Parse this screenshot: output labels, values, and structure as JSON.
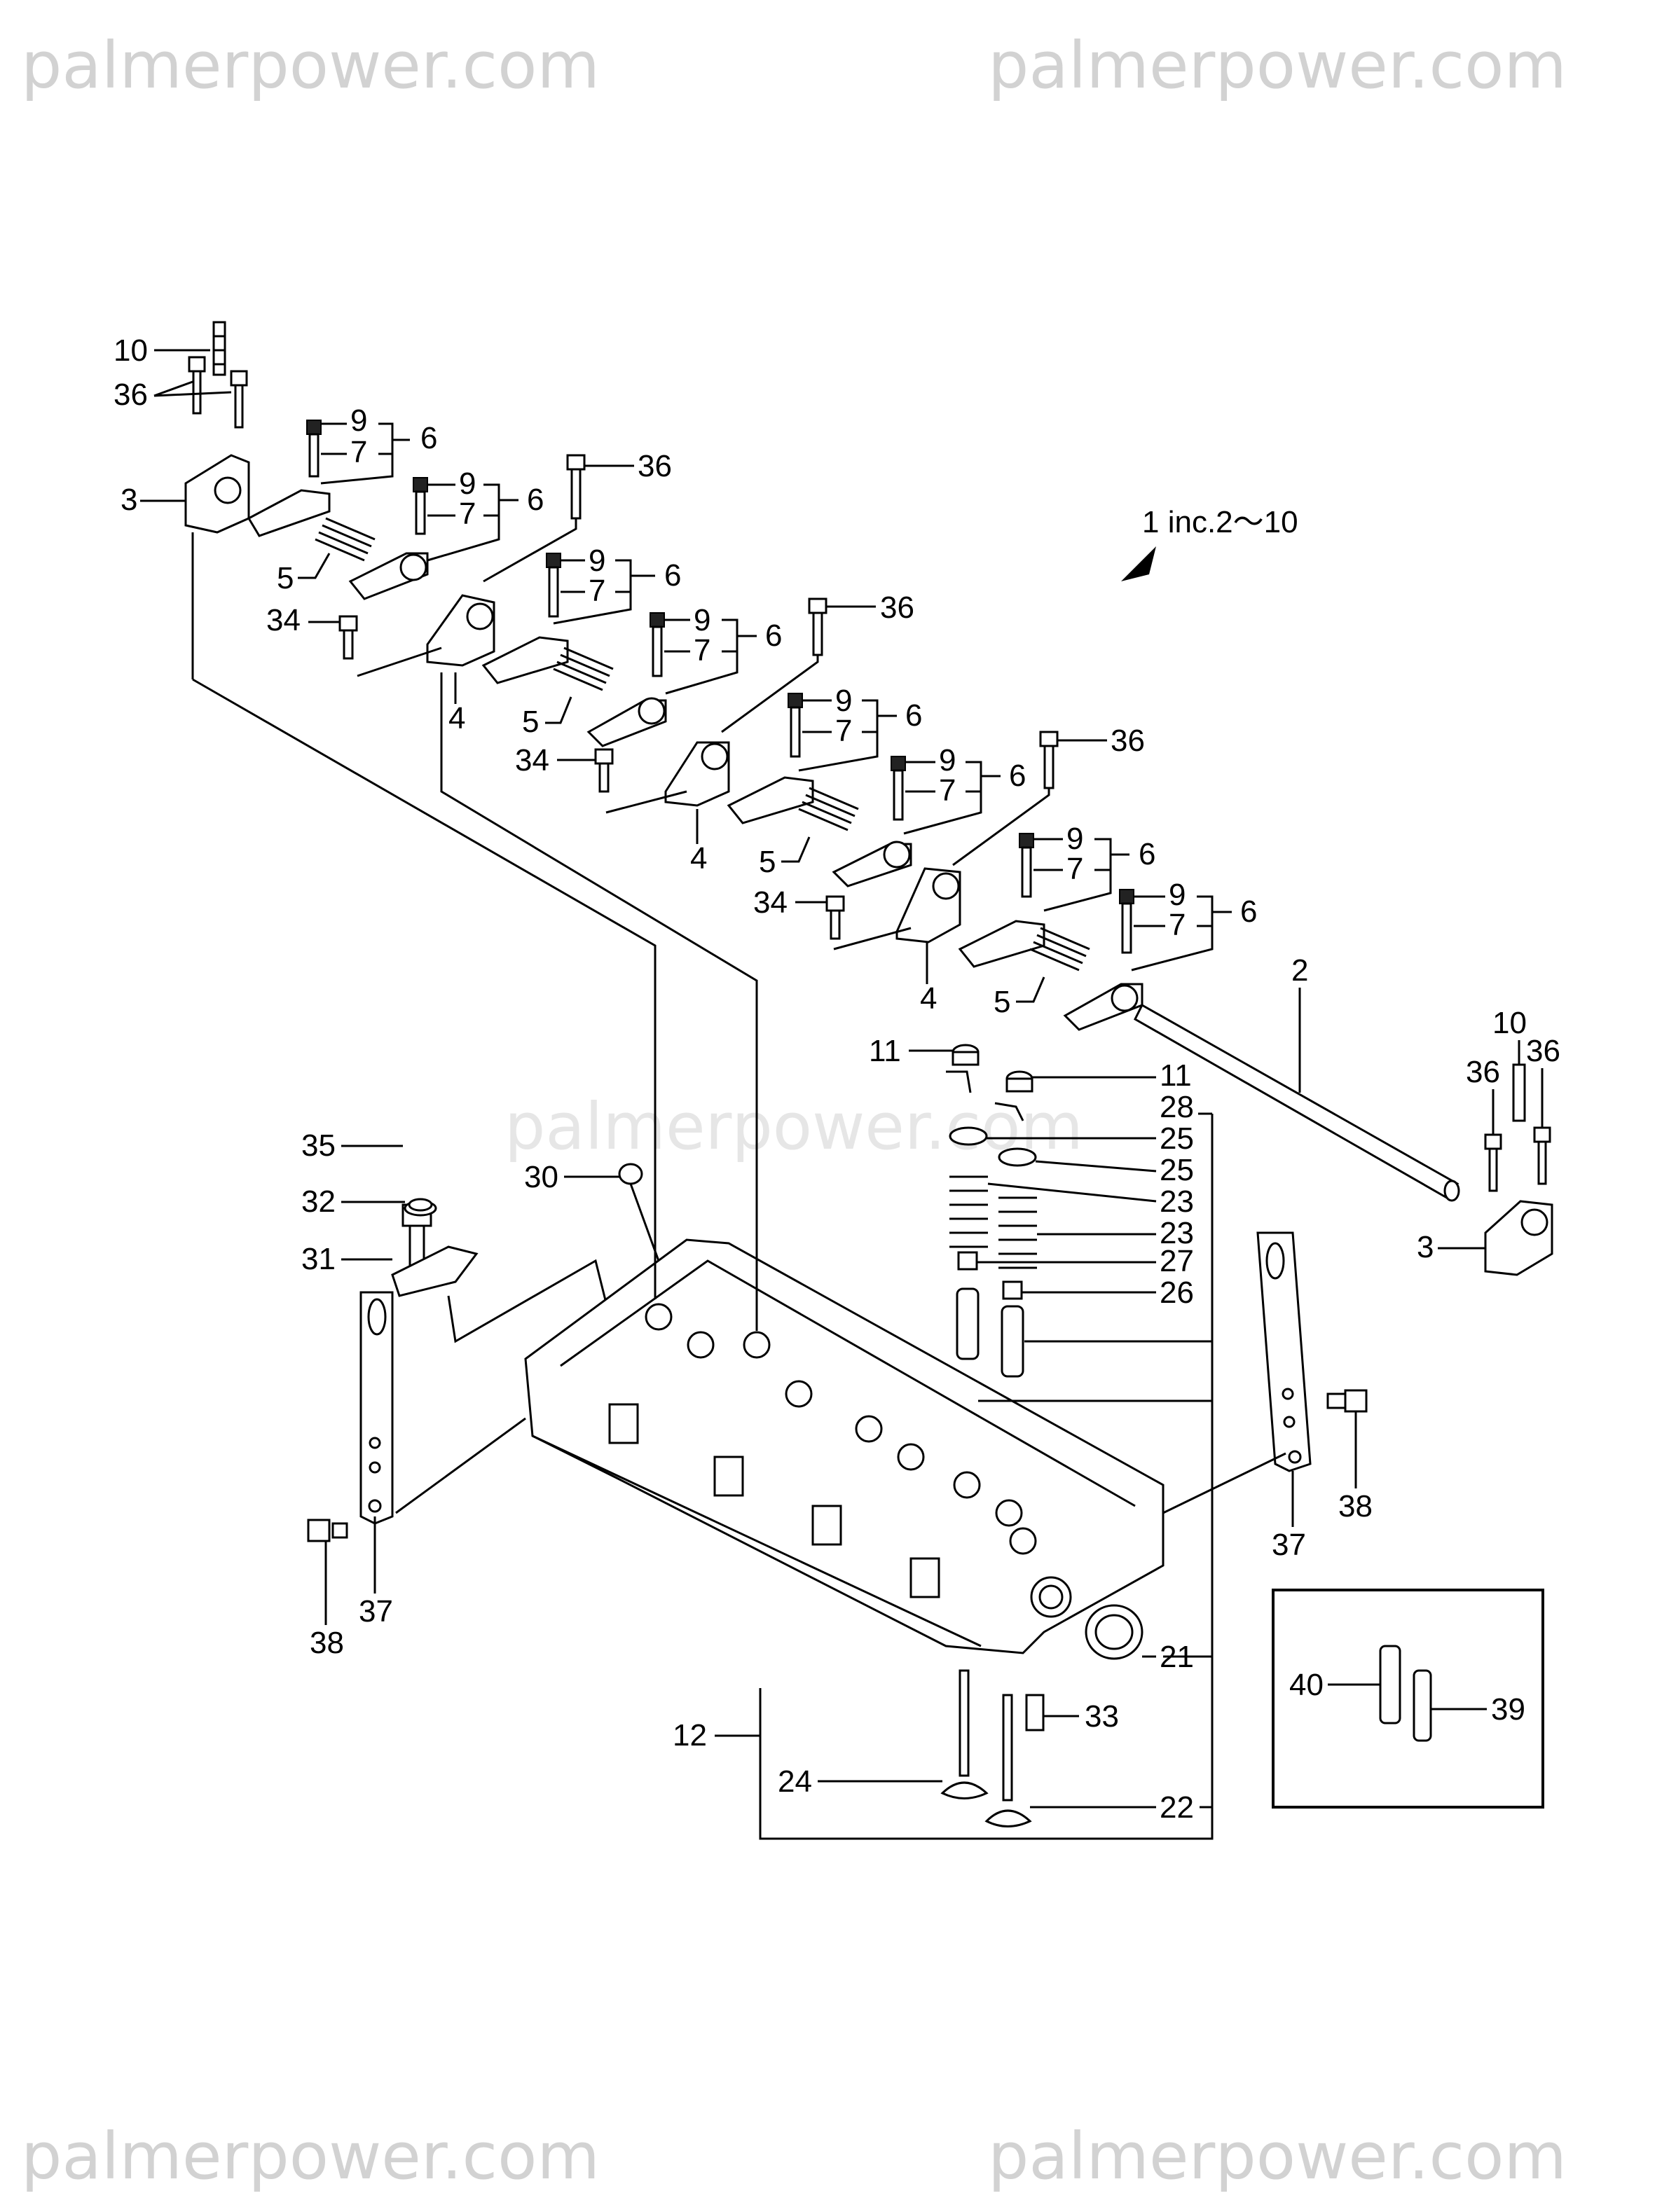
{
  "watermark": {
    "text": "palmerpower.com"
  },
  "assembly_note": "1 inc.2〜10",
  "callouts": {
    "c1": "10",
    "c2": "36",
    "c3": "3",
    "c4": "9",
    "c5": "7",
    "c6": "6",
    "c7": "5",
    "c8": "34",
    "c9": "4",
    "c10": "36",
    "c11": "2",
    "c12": "11",
    "c13": "28",
    "c14": "25",
    "c15": "23",
    "c16": "27",
    "c17": "26",
    "c18": "35",
    "c19": "32",
    "c20": "31",
    "c21": "30",
    "c22": "37",
    "c23": "38",
    "c24": "12",
    "c25": "24",
    "c26": "22",
    "c27": "21",
    "c28": "33",
    "c29": "40",
    "c30": "39"
  }
}
